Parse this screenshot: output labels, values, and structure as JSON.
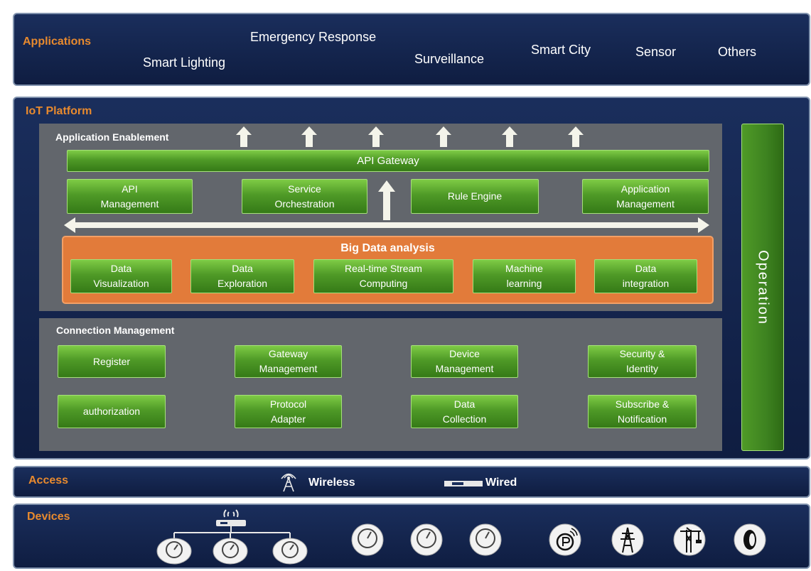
{
  "applications": {
    "title": "Applications",
    "items": [
      "Emergency Response",
      "Smart Lighting",
      "Surveillance",
      "Smart City",
      "Sensor",
      "Others"
    ]
  },
  "platform": {
    "title": "IoT Platform",
    "application_enablement": {
      "title": "Application Enablement",
      "api_gateway": "API Gateway",
      "modules": [
        {
          "line1": "API",
          "line2": "Management"
        },
        {
          "line1": "Service",
          "line2": "Orchestration"
        },
        {
          "line1": "Rule Engine",
          "line2": ""
        },
        {
          "line1": "Application",
          "line2": "Management"
        }
      ]
    },
    "big_data": {
      "title": "Big Data analysis",
      "items": [
        {
          "line1": "Data",
          "line2": "Visualization"
        },
        {
          "line1": "Data",
          "line2": "Exploration"
        },
        {
          "line1": "Real-time Stream",
          "line2": "Computing"
        },
        {
          "line1": "Machine",
          "line2": "learning"
        },
        {
          "line1": "Data",
          "line2": "integration"
        }
      ]
    },
    "connection_management": {
      "title": "Connection Management",
      "items": [
        {
          "line1": "Register",
          "line2": ""
        },
        {
          "line1": "Gateway",
          "line2": "Management"
        },
        {
          "line1": "Device",
          "line2": "Management"
        },
        {
          "line1": "Security &",
          "line2": "Identity"
        },
        {
          "line1": "authorization",
          "line2": ""
        },
        {
          "line1": "Protocol",
          "line2": "Adapter"
        },
        {
          "line1": "Data",
          "line2": "Collection"
        },
        {
          "line1": "Subscribe &",
          "line2": "Notification"
        }
      ]
    },
    "operation": "Operation"
  },
  "access": {
    "title": "Access",
    "wireless": "Wireless",
    "wired": "Wired"
  },
  "devices": {
    "title": "Devices",
    "icons": [
      "router-icon",
      "meter-icon",
      "meter-icon",
      "meter-icon",
      "meter-icon",
      "meter-icon",
      "meter-icon",
      "parking-icon",
      "power-tower-icon",
      "crane-icon",
      "tire-icon"
    ]
  },
  "colors": {
    "panel_bg": "#0f1d41",
    "section_title": "#e88a2e",
    "green_box": "#4f9a27",
    "gray_panel": "#62666c",
    "orange_panel": "#e27b3a"
  }
}
